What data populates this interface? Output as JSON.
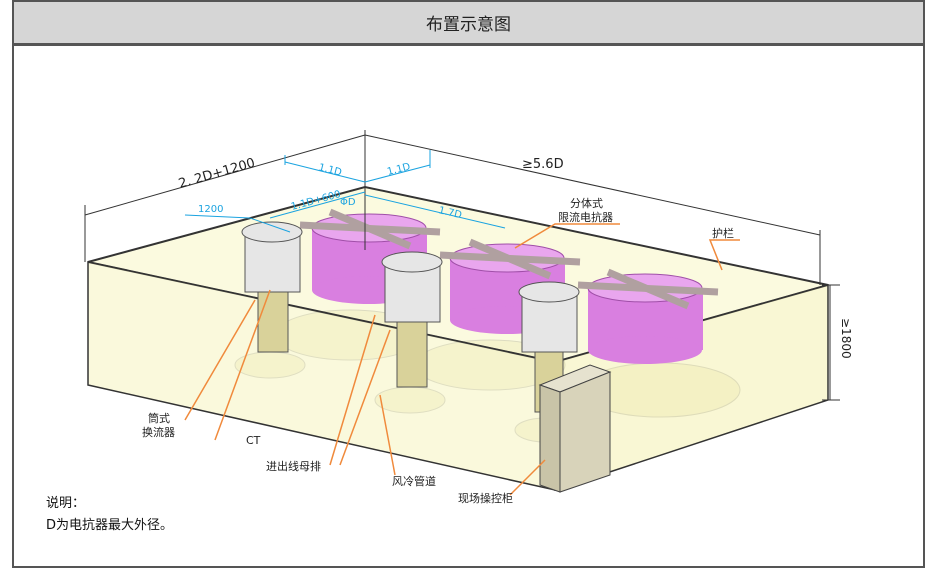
{
  "title": "布置示意图",
  "dimensions": {
    "total_width": "2. 2D+1200",
    "length": "≥5.6D",
    "height": "≥1800",
    "d1": "1.1D",
    "d2": "1.1D",
    "d3": "1.1D+600",
    "d4": "1200",
    "d5": "ΦD",
    "d6": "1.7D"
  },
  "labels": {
    "reactor_l1": "分体式",
    "reactor_l2": "限流电抗器",
    "fence": "护栏",
    "converter_l1": "筒式",
    "converter_l2": "换流器",
    "ct": "CT",
    "busbar": "进出线母排",
    "duct": "风冷管道",
    "cabinet": "现场操控柜"
  },
  "notes": {
    "heading": "说明：",
    "text": "D为电抗器最大外径。"
  },
  "colors": {
    "fence_fill": "#f7f5c4",
    "reactor": "#d97fe0",
    "dim_blue": "#1aa3e0",
    "leader": "#f08a3c"
  }
}
